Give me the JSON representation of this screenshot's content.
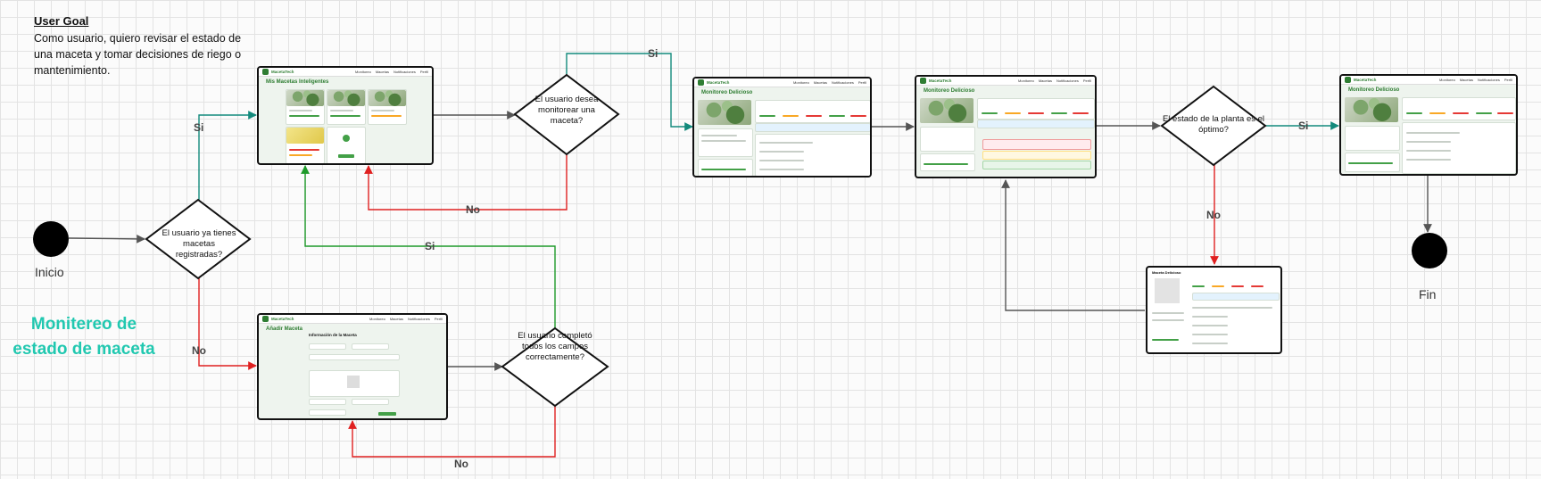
{
  "user_goal": {
    "title": "User Goal",
    "text": "Como usuario, quiero revisar el estado de una maceta y tomar decisiones de riego o mantenimiento."
  },
  "section_title": "Monitereo de estado de maceta",
  "start_label": "Inicio",
  "end_label": "Fin",
  "decisions": {
    "has_pots": "El usuario ya tienes macetas registradas?",
    "wants_monitor": "El usuario desea monitorear una maceta?",
    "fields_complete": "El usuario completó todos los campos correctamente?",
    "plant_optimal": "El estado de la planta es el óptimo?"
  },
  "edge_labels": {
    "yes": "Si",
    "no": "No"
  },
  "screens": {
    "brand": "MacetaTech",
    "nav": [
      "Monitoreo",
      "Macetas",
      "Notificaciones",
      "Perfil"
    ],
    "my_pots_title": "Mis Macetas Inteligentes",
    "add_pot_title": "Añadir Maceta",
    "add_pot_section": "Información de la Maceta",
    "monitor_title": "Monitoreo Delicioso",
    "monitor_title_small": "Maceta Delicioso"
  },
  "colors": {
    "yes_arrow": "#138a7c",
    "no_arrow": "#e02020",
    "green_arrow": "#1e9a2a",
    "neutral_arrow": "#555555",
    "section_title": "#21c8b0",
    "brand_green": "#2e7d32"
  }
}
